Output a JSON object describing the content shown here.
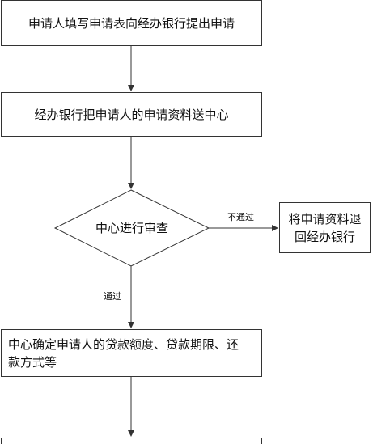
{
  "nodes": {
    "step1": "申请人填写申请表向经办银行提出申请",
    "step2": "经办银行把申请人的申请资料送中心",
    "decision": "中心进行审查",
    "reject_line1": "将申请资料退",
    "reject_line2": "回经办银行",
    "step4_line1": "中心确定申请人的贷款额度、贷款期限、还",
    "step4_line2": "款方式等"
  },
  "edges": {
    "not_pass": "不通过",
    "pass": "通过"
  },
  "colors": {
    "stroke": "#333333",
    "text": "#111111",
    "background": "#ffffff"
  }
}
